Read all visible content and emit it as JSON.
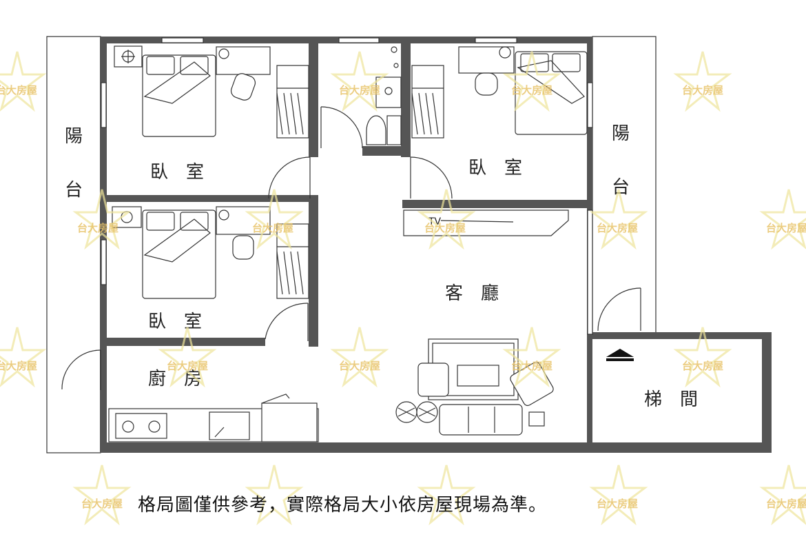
{
  "rooms": {
    "bedroom_top_left": "臥　室",
    "bedroom_top_right": "臥　室",
    "bedroom_mid_left": "臥　室",
    "kitchen": "廚　房",
    "living_room": "客　廳",
    "stairwell": "梯　間",
    "balcony_left_1": "陽",
    "balcony_left_2": "台",
    "balcony_right_1": "陽",
    "balcony_right_2": "台"
  },
  "tv_label": "TV",
  "watermark": "台大房屋",
  "disclaimer": "格局圖僅供參考，實際格局大小依房屋現場為準。",
  "colors": {
    "wall": "#555555",
    "watermark": "#e8c46a"
  }
}
